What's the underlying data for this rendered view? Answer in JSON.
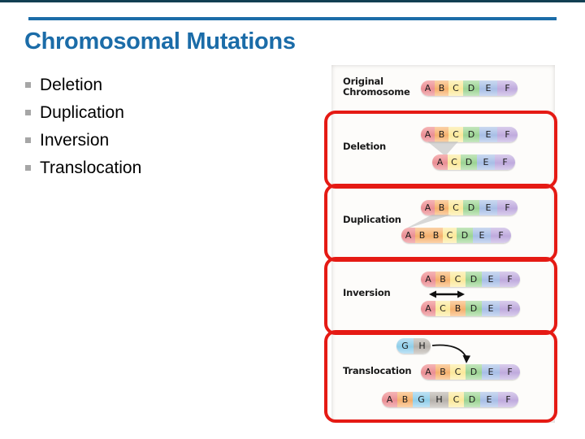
{
  "slide": {
    "title": "Chromosomal Mutations",
    "accent_color": "#1b6ca8",
    "top_strip_color": "#123f52",
    "highlight_color": "#e51a14",
    "background_color": "#ffffff"
  },
  "bullets": [
    {
      "label": "Deletion"
    },
    {
      "label": "Duplication"
    },
    {
      "label": "Inversion"
    },
    {
      "label": "Translocation"
    }
  ],
  "figure": {
    "segment_colors": {
      "A": "#ea8e94",
      "B": "#f5b06d",
      "C": "#fbe89a",
      "D": "#9bd393",
      "E": "#a7bee6",
      "F": "#bfaadd",
      "G": "#8fcee9",
      "H": "#b6b1ab"
    },
    "rows": [
      {
        "name": "original",
        "label": "Original\nChromosome",
        "label_line1": "Original",
        "label_line2": "Chromosome",
        "highlighted": false,
        "chromosomes": [
          {
            "role": "before",
            "segments": [
              "A",
              "B",
              "C",
              "D",
              "E",
              "F"
            ]
          }
        ]
      },
      {
        "name": "deletion",
        "label": "Deletion",
        "label_line1": "Deletion",
        "label_line2": "",
        "highlighted": true,
        "chromosomes": [
          {
            "role": "before",
            "segments": [
              "A",
              "B",
              "C",
              "D",
              "E",
              "F"
            ]
          },
          {
            "role": "after",
            "segments": [
              "A",
              "C",
              "D",
              "E",
              "F"
            ]
          }
        ]
      },
      {
        "name": "duplication",
        "label": "Duplication",
        "label_line1": "Duplication",
        "label_line2": "",
        "highlighted": true,
        "chromosomes": [
          {
            "role": "before",
            "segments": [
              "A",
              "B",
              "C",
              "D",
              "E",
              "F"
            ]
          },
          {
            "role": "after",
            "segments": [
              "A",
              "B",
              "B",
              "C",
              "D",
              "E",
              "F"
            ]
          }
        ]
      },
      {
        "name": "inversion",
        "label": "Inversion",
        "label_line1": "Inversion",
        "label_line2": "",
        "highlighted": true,
        "chromosomes": [
          {
            "role": "before",
            "segments": [
              "A",
              "B",
              "C",
              "D",
              "E",
              "F"
            ]
          },
          {
            "role": "after",
            "segments": [
              "A",
              "C",
              "B",
              "D",
              "E",
              "F"
            ]
          }
        ]
      },
      {
        "name": "translocation",
        "label": "Translocation",
        "label_line1": "Translocation",
        "label_line2": "",
        "highlighted": true,
        "chromosomes": [
          {
            "role": "fragment",
            "segments": [
              "G",
              "H"
            ]
          },
          {
            "role": "before",
            "segments": [
              "A",
              "B",
              "C",
              "D",
              "E",
              "F"
            ]
          },
          {
            "role": "after",
            "segments": [
              "A",
              "B",
              "G",
              "H",
              "C",
              "D",
              "E",
              "F"
            ]
          }
        ]
      }
    ]
  }
}
